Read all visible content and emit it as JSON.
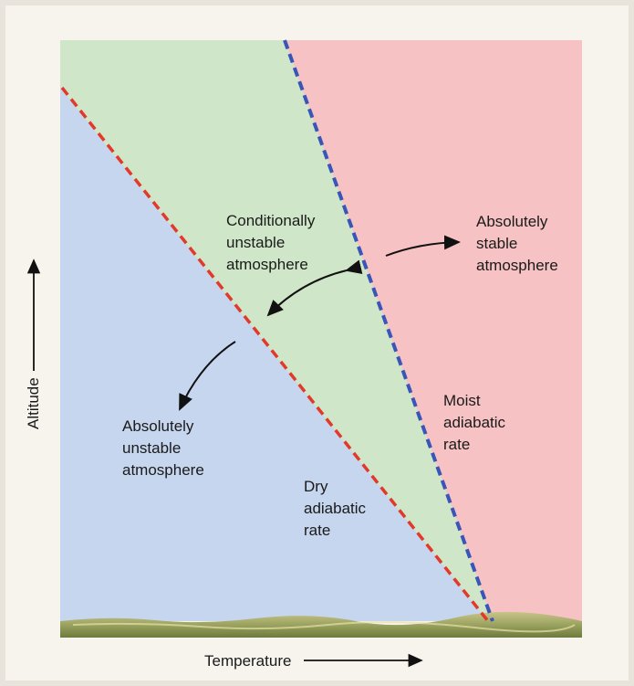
{
  "regions": {
    "absolutely_stable": [
      "Absolutely",
      "stable",
      "atmosphere"
    ],
    "conditionally_unstable": [
      "Conditionally",
      "unstable",
      "atmosphere"
    ],
    "absolutely_unstable": [
      "Absolutely",
      "unstable",
      "atmosphere"
    ]
  },
  "lines": {
    "moist": [
      "Moist",
      "adiabatic",
      "rate"
    ],
    "dry": [
      "Dry",
      "adiabatic",
      "rate"
    ]
  },
  "axes": {
    "x_label": "Temperature",
    "y_label": "Altitude"
  },
  "colors": {
    "stable_fill": "#f7c2c4",
    "conditional_fill": "#cfe7c8",
    "unstable_fill": "#c7d6ef",
    "moist_line": "#3a55b8",
    "dry_line": "#e23a2a"
  }
}
